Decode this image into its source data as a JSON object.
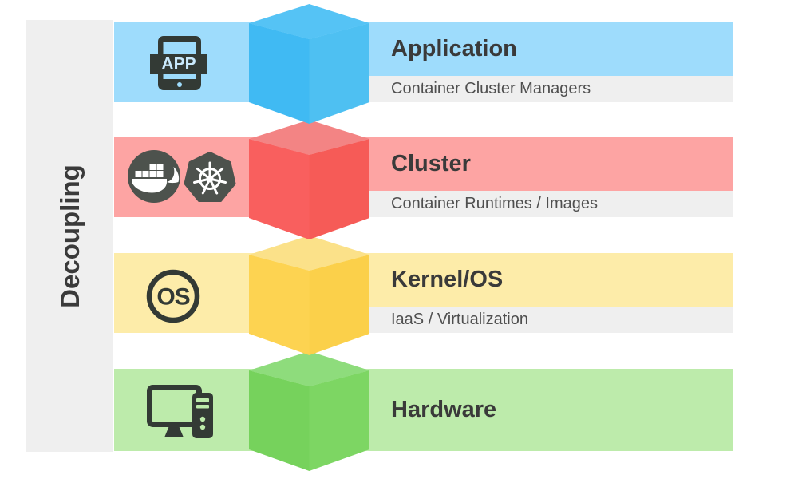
{
  "sidebar": {
    "label": "Decoupling"
  },
  "layers": [
    {
      "title": "Application",
      "subtitle": "Container Cluster Managers",
      "band_color": "#9edcfc",
      "cube": {
        "top": "#55c3f5",
        "left": "#40baf3",
        "right": "#4ec0f2"
      },
      "icons": [
        "app-icon"
      ]
    },
    {
      "title": "Cluster",
      "subtitle": "Container Runtimes / Images",
      "band_color": "#fda4a3",
      "cube": {
        "top": "#f38484",
        "left": "#f95f5e",
        "right": "#f65b57"
      },
      "icons": [
        "docker-icon",
        "kubernetes-icon"
      ]
    },
    {
      "title": "Kernel/OS",
      "subtitle": "IaaS / Virtualization",
      "band_color": "#fdeca9",
      "cube": {
        "top": "#fbe189",
        "left": "#fdd351",
        "right": "#fbd04a"
      },
      "icons": [
        "os-icon"
      ]
    },
    {
      "title": "Hardware",
      "band_color": "#bdebab",
      "cube": {
        "top": "#8edc7c",
        "left": "#76d25c",
        "right": "#7dd663"
      },
      "icons": [
        "computer-icon"
      ]
    }
  ],
  "icon_labels": {
    "app": "APP",
    "os": "OS"
  },
  "colors": {
    "background": "#ffffff",
    "sidebar_bg": "#efefef",
    "substrip_bg": "#efefef",
    "title_text": "#3a3a3a",
    "subtitle_text": "#4f4f4f",
    "icon_dark": "#333a35",
    "badge_dark": "#4d524d",
    "app_icon_letters": "#c9e9fc"
  }
}
